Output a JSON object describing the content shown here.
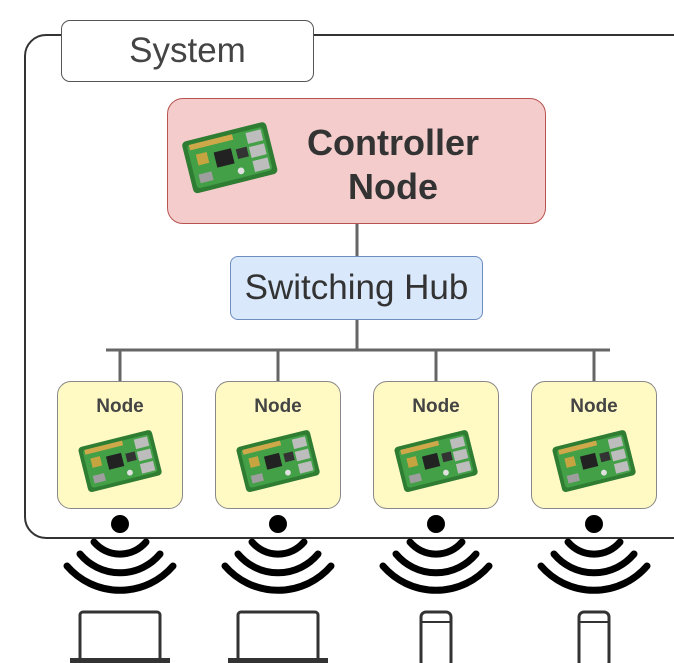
{
  "system": {
    "label": "System"
  },
  "controller": {
    "title_line1": "Controller",
    "title_line2": "Node"
  },
  "hub": {
    "label": "Switching Hub"
  },
  "nodes": [
    {
      "label": "Node",
      "device": "laptop-icon"
    },
    {
      "label": "Node",
      "device": "laptop-icon"
    },
    {
      "label": "Node",
      "device": "phone-icon"
    },
    {
      "label": "Node",
      "device": "phone-icon"
    }
  ],
  "colors": {
    "controller_fill": "#f4cccc",
    "controller_border": "#b85450",
    "hub_fill": "#dae8fc",
    "hub_border": "#6c8ebf",
    "node_fill": "#fff9c4"
  }
}
